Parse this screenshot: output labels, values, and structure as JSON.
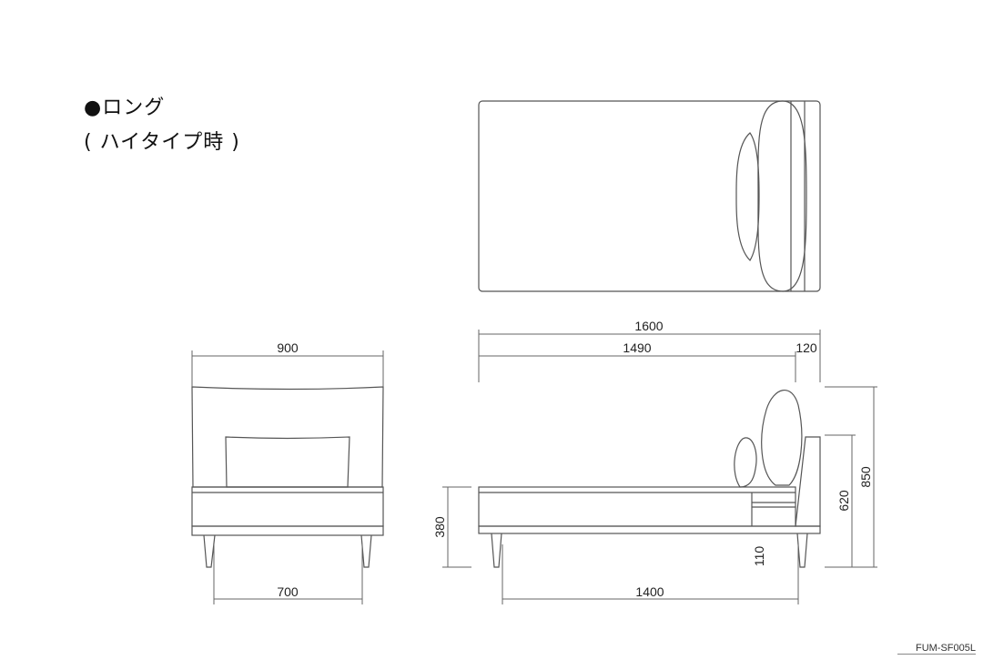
{
  "heading": {
    "bullet": "●",
    "line1": "ロング",
    "line2": "( ハイタイプ時 )"
  },
  "dimensions": {
    "front_width_top": "900",
    "front_width_bottom": "700",
    "side_total": "1600",
    "side_seat": "1490",
    "side_back": "120",
    "seat_height": "380",
    "arm_height": "620",
    "total_height": "850",
    "leg_height": "110",
    "leg_span": "1400"
  },
  "drawing_code": "FUM-SF005L",
  "colors": {
    "line": "#555555",
    "text": "#222222"
  }
}
